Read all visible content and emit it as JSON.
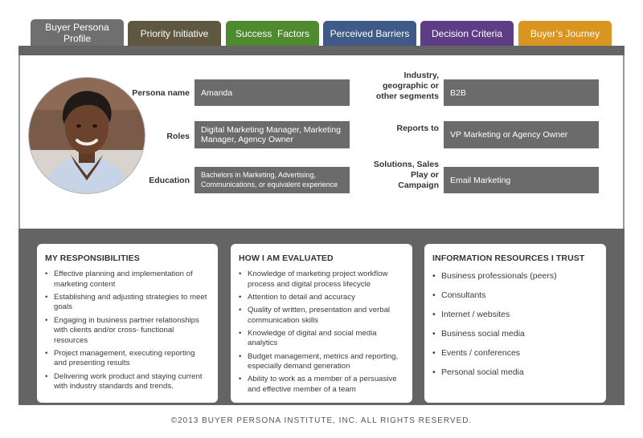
{
  "tabs": [
    {
      "label_line1": "Buyer Persona",
      "label_line2": "Profile",
      "color": "#6f6f6f"
    },
    {
      "label": "Priority Initiative",
      "color": "#5f573f"
    },
    {
      "label": "Success  Factors",
      "color": "#4f8a2e"
    },
    {
      "label": "Perceived Barriers",
      "color": "#3f5a86"
    },
    {
      "label": "Decision Criteria",
      "color": "#5e3d86"
    },
    {
      "label": "Buyer’s Journey",
      "color": "#d99520"
    }
  ],
  "profile": {
    "persona_name_label": "Persona name",
    "persona_name": "Amanda",
    "roles_label": "Roles",
    "roles": "Digital Marketing Manager, Marketing Manager, Agency Owner",
    "education_label": "Education",
    "education": "Bachelors in Marketing, Advertising, Communications, or equivalent experience",
    "industry_label": "Industry, geographic or other segments",
    "industry": "B2B",
    "reports_to_label": "Reports to",
    "reports_to": "VP Marketing or Agency Owner",
    "solutions_label": "Solutions, Sales Play or Campaign",
    "solutions": "Email Marketing"
  },
  "responsibilities": {
    "title": "MY RESPONSIBILITIES",
    "items": [
      "Effective planning and implementation of marketing content",
      "Establishing and adjusting strategies to meet goals",
      "Engaging in business partner relationships with clients and/or cross- functional resources",
      "Project management, executing reporting and presenting results",
      "Delivering work product and staying current with industry standards and trends."
    ]
  },
  "evaluated": {
    "title": "HOW I AM EVALUATED",
    "items": [
      "Knowledge of marketing project workflow process and digital process lifecycle",
      "Attention to detail and accuracy",
      "Quality of written, presentation and verbal communication skills",
      "Knowledge of digital and social media analytics",
      "Budget management, metrics and reporting, especially demand generation",
      "Ability to work as a member of a persuasive and effective member of a team"
    ]
  },
  "resources": {
    "title": "INFORMATION RESOURCES I TRUST",
    "items": [
      "Business professionals (peers)",
      "Consultants",
      "Internet / websites",
      "Business social media",
      "Events / conferences",
      "Personal social media"
    ]
  },
  "footer": "©2013  BUYER PERSONA INSTITUTE, INC.   ALL RIGHTS RESERVED."
}
